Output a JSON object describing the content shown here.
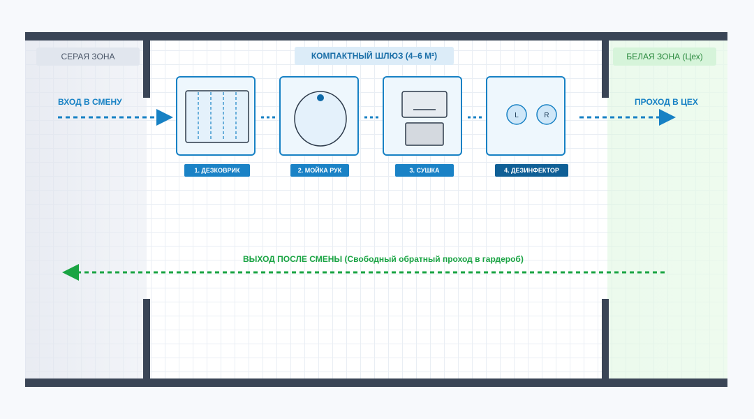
{
  "zones": {
    "grey_label": "СЕРАЯ ЗОНА",
    "sluice_label": "КОМПАКТНЫЙ ШЛЮЗ (4–6 М²)",
    "white_label": "БЕЛАЯ ЗОНА (Цех)"
  },
  "flows": {
    "enter_label": "ВХОД В СМЕНУ",
    "pass_label": "ПРОХОД В ЦЕХ",
    "exit_label": "ВЫХОД ПОСЛЕ СМЕНЫ (Свободный обратный проход в гардероб)"
  },
  "stations": [
    {
      "label": "1. ДЕЗКОВРИК",
      "icon": "disinfection-mat-icon",
      "tag_color": "#1a82c6"
    },
    {
      "label": "2. МОЙКА РУК",
      "icon": "hand-sink-icon",
      "tag_color": "#1a82c6"
    },
    {
      "label": "3. СУШКА",
      "icon": "hand-dryer-icon",
      "tag_color": "#1a82c6"
    },
    {
      "label": "4. ДЕЗИНФЕКТОР",
      "icon": "disinfector-icon",
      "tag_color": "#0f5f96"
    }
  ],
  "disinfector": {
    "left_mark": "L",
    "right_mark": "R"
  },
  "colors": {
    "wall": "#3a4556",
    "blue_flow": "#1781c4",
    "green_flow": "#1aa443"
  }
}
